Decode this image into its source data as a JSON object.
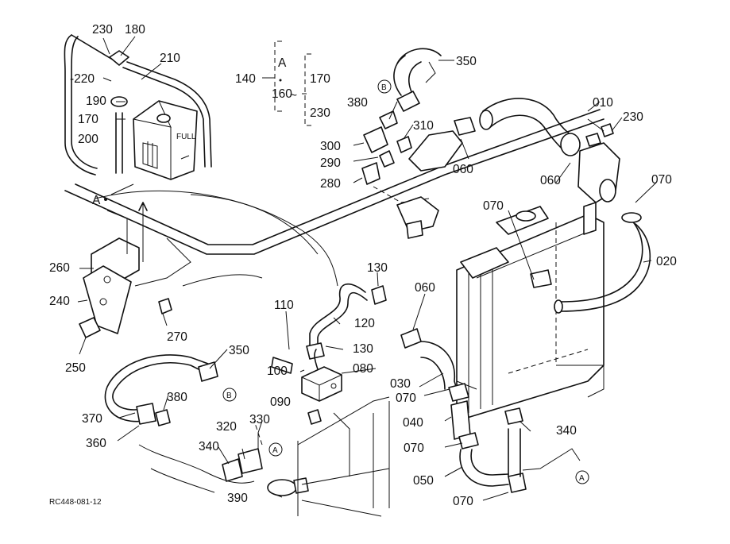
{
  "diagram": {
    "part_labels": {
      "p230a": "230",
      "p180": "180",
      "p210": "210",
      "p220": "-220",
      "p190": "190",
      "p170": "170",
      "p200": "200",
      "pA_left": "A",
      "p140": "140",
      "pA_grp": "A",
      "p160": "160",
      "p170b": "170",
      "p230b": "230",
      "p350a": "350",
      "p380a": "380",
      "p300": "300",
      "p310": "310",
      "p290": "290",
      "p280": "280",
      "p060a": "060",
      "p010": "010",
      "p230c": "230",
      "p060b": "060",
      "p070a": "070",
      "p070b": "070",
      "p020": "020",
      "p260": "260",
      "p240": "240",
      "p270": "270",
      "p250": "250",
      "p130a": "130",
      "p110": "110",
      "p120": "120",
      "p060c": "060",
      "p130b": "130",
      "p100": "100",
      "p080": "080",
      "p030": "030",
      "p350b": "350",
      "p070c": "070",
      "p380b": "380",
      "p090": "090",
      "p040": "040",
      "p370": "370",
      "p330": "330",
      "p320": "320",
      "p360": "360",
      "p340a": "340",
      "p340b": "340",
      "p070d": "070",
      "p050": "050",
      "p390": "390",
      "p070e": "070"
    },
    "circle_refs": {
      "c1": "B",
      "c2": "B",
      "c3": "A",
      "c4": "A"
    },
    "footer_code": "RC448-081-12",
    "tank_text": "FULL"
  }
}
